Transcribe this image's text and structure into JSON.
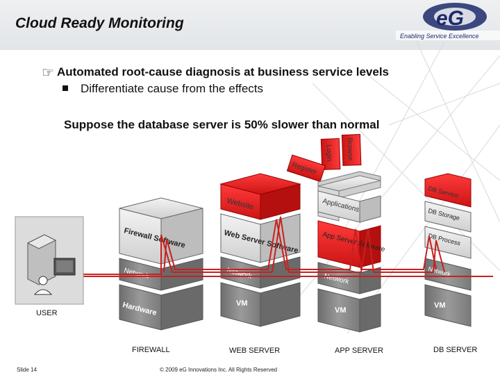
{
  "slide": {
    "title": "Cloud Ready Monitoring",
    "logo": {
      "brand": "eG",
      "tagline": "Enabling Service Excellence"
    },
    "bullet_main": "Automated root-cause diagnosis at business service levels",
    "bullet_sub": "Differentiate cause from the effects",
    "headline": "Suppose the database server is 50% slower than normal",
    "transactions": [
      "Register",
      "Login",
      "Browse"
    ],
    "user_label": "USER",
    "stacks": [
      {
        "name": "FIREWALL",
        "layers": [
          "Hardware",
          "Network",
          "Firewall Software"
        ]
      },
      {
        "name": "WEB SERVER",
        "layers": [
          "VM",
          "Network",
          "Web Server Software",
          "Website"
        ]
      },
      {
        "name": "APP SERVER",
        "layers": [
          "VM",
          "Network",
          "App Server Software",
          "Applications"
        ]
      },
      {
        "name": "DB SERVER",
        "layers": [
          "VM",
          "Network",
          "DB Process",
          "DB Storage",
          "DB Service"
        ]
      }
    ],
    "footer_slide": "Slide 14",
    "footer_copyright": "© 2009 eG Innovations Inc. All Rights Reserved",
    "colors": {
      "alert_red": "#e8262b",
      "stack_gray": "#8c8c8c",
      "line_red": "#c8201f"
    }
  }
}
